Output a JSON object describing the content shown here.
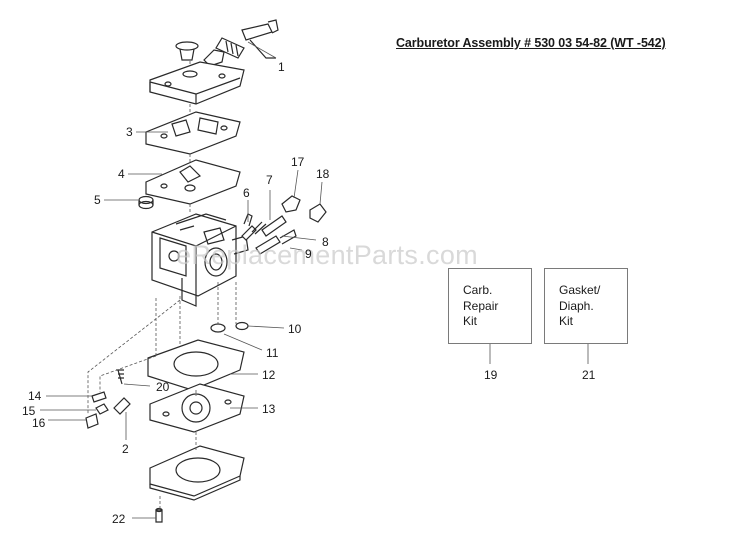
{
  "title": "Carburetor Assembly # 530 03 54-82 (WT -542)",
  "watermark": "eReplacementParts.com",
  "kits": [
    {
      "lines": [
        "Carb.",
        "Repair",
        "Kit"
      ],
      "number": "19"
    },
    {
      "lines": [
        "Gasket/",
        "Diaph.",
        "Kit"
      ],
      "number": "21"
    }
  ],
  "callouts": {
    "p1": "1",
    "p2": "2",
    "p3": "3",
    "p4": "4",
    "p5": "5",
    "p6": "6",
    "p7": "7",
    "p8": "8",
    "p9": "9",
    "p10": "10",
    "p11": "11",
    "p12": "12",
    "p13": "13",
    "p14": "14",
    "p15": "15",
    "p16": "16",
    "p17": "17",
    "p18": "18",
    "p20": "20",
    "p22": "22"
  }
}
